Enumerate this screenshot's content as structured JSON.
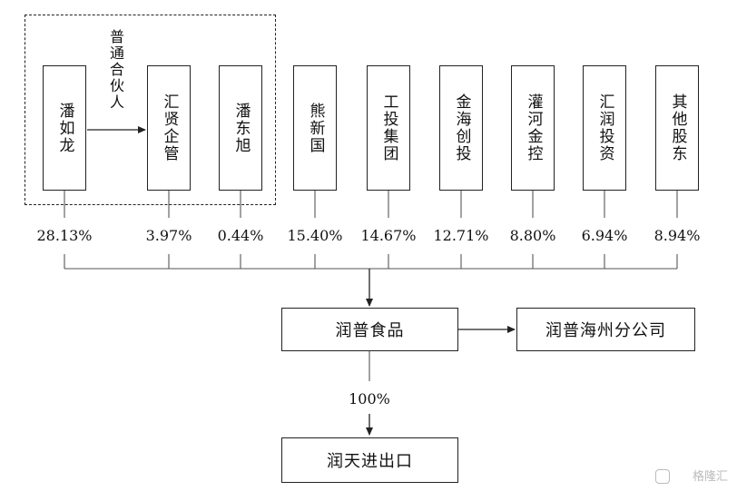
{
  "diagram": {
    "group_note": "普通合伙人",
    "shareholders": [
      {
        "name": "潘如龙",
        "pct": "28.13%"
      },
      {
        "name": "汇贤企管",
        "pct": "3.97%"
      },
      {
        "name": "潘东旭",
        "pct": "0.44%"
      },
      {
        "name": "熊新国",
        "pct": "15.40%"
      },
      {
        "name": "工投集团",
        "pct": "14.67%"
      },
      {
        "name": "金海创投",
        "pct": "12.71%"
      },
      {
        "name": "灌河金控",
        "pct": "8.80%"
      },
      {
        "name": "汇润投资",
        "pct": "6.94%"
      },
      {
        "name": "其他股东",
        "pct": "8.94%"
      }
    ],
    "company": "润普食品",
    "branch": "润普海州分公司",
    "subsidiary_pct": "100%",
    "subsidiary": "润天进出口"
  },
  "watermark": {
    "text": "格隆汇",
    "icon": "g-logo-icon"
  }
}
